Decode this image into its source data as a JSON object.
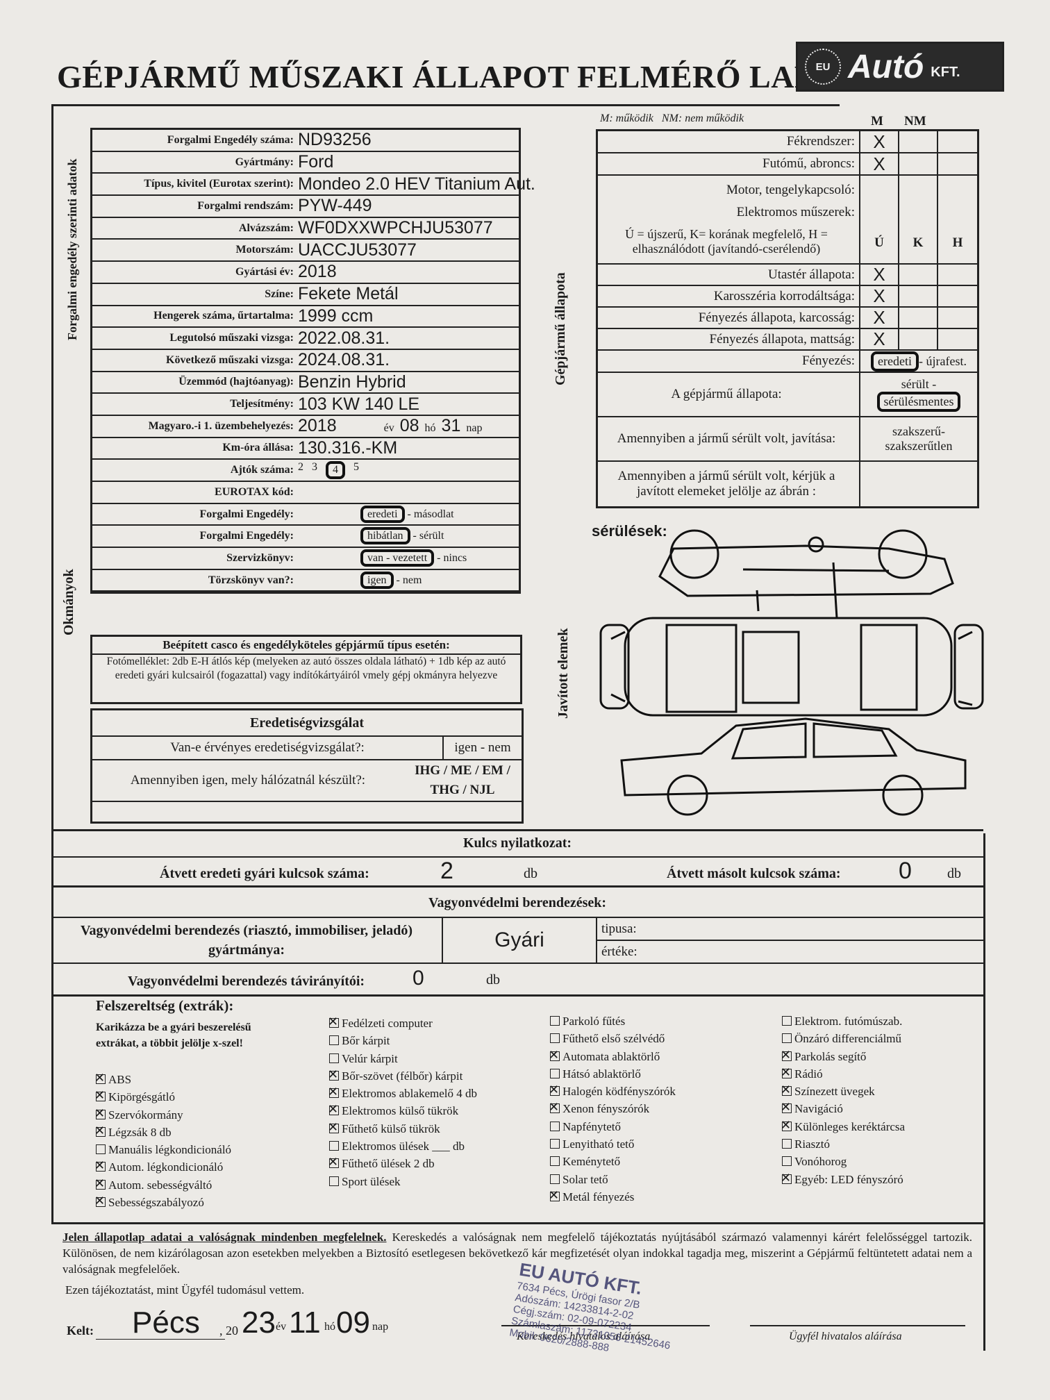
{
  "title": "GÉPJÁRMŰ MŰSZAKI ÁLLAPOT FELMÉRŐ LAP",
  "logo": {
    "eu": "EU",
    "brand": "Autó",
    "kft": "KFT."
  },
  "side_labels": {
    "forgalmi": "Forgalmi engedély szerinti adatok",
    "okmanyok": "Okmányok",
    "allapota": "Gépjármű állapota",
    "javitott": "Javított elemek"
  },
  "registration": [
    {
      "label": "Forgalmi Engedély száma:",
      "value": "ND93256"
    },
    {
      "label": "Gyártmány:",
      "value": "Ford"
    },
    {
      "label": "Típus, kivitel (Eurotax szerint):",
      "value": "Mondeo 2.0 HEV Titanium Aut."
    },
    {
      "label": "Forgalmi rendszám:",
      "value": "PYW-449"
    },
    {
      "label": "Alvázszám:",
      "value": "WF0DXXWPCHJU53077"
    },
    {
      "label": "Motorszám:",
      "value": "UACCJU53077"
    },
    {
      "label": "Gyártási év:",
      "value": "2018"
    },
    {
      "label": "Színe:",
      "value": "Fekete Metál"
    },
    {
      "label": "Hengerek száma, űrtartalma:",
      "value": "1999 ccm"
    },
    {
      "label": "Legutolsó műszaki vizsga:",
      "value": "2022.08.31."
    },
    {
      "label": "Következő műszaki vizsga:",
      "value": "2024.08.31."
    },
    {
      "label": "Üzemmód (hajtóanyag):",
      "value": "Benzin Hybrid"
    },
    {
      "label": "Teljesítmény:",
      "value": "103 KW 140 LE"
    }
  ],
  "first_reg": {
    "label": "Magyaro.-i 1. üzembehelyezés:",
    "year": "2018",
    "ev": "év",
    "month": "08",
    "ho": "hó",
    "day": "31",
    "nap": "nap"
  },
  "km": {
    "label": "Km-óra állása:",
    "value": "130.316.-KM"
  },
  "doors": {
    "label": "Ajtók száma:",
    "options": [
      "2",
      "3",
      "4",
      "5"
    ]
  },
  "eurotax": {
    "label": "EUROTAX kód:"
  },
  "docs": [
    {
      "label": "Forgalmi Engedély:",
      "a": "eredeti",
      "sep": " - ",
      "b": "másodlat"
    },
    {
      "label": "Forgalmi Engedély:",
      "a": "hibátlan",
      "sep": " - ",
      "b": "sérült"
    },
    {
      "label": "Szervizkönyv:",
      "a": "van - vezetett",
      "sep": " - ",
      "b": "nincs"
    },
    {
      "label": "Törzskönyv van?:",
      "a": "igen",
      "sep": " - ",
      "b": "nem"
    }
  ],
  "casco": {
    "title": "Beépített casco és engedélyköteles gépjármű típus esetén:",
    "text": "Fotómelléklet: 2db E-H átlós kép (melyeken az autó összes oldala látható) + 1db kép az autó eredeti gyári kulcsairól (fogazattal) vagy indítókártyáiról vmely gépj okmányra helyezve"
  },
  "eredetiseg": {
    "title": "Eredetiségvizsgálat",
    "q1": "Van-e érvényes eredetiségvizsgálat?:",
    "a1": "igen - nem",
    "q2": "Amennyiben igen, mely hálózatnál készült?:",
    "a2": "IHG / ME / EM / THG / NJL"
  },
  "condition": {
    "legend": "M: működik   NM: nem működik",
    "col_m": "M",
    "col_nm": "NM",
    "rows1": [
      {
        "label": "Fékrendszer:",
        "mark": "X"
      },
      {
        "label": "Futómű, abroncs:",
        "mark": "X"
      }
    ],
    "motor": "Motor, tengelykapcsoló:",
    "elektro": "Elektromos műszerek:",
    "ukh_legend": "Ú = újszerű, K= korának megfelelő, H = elhasználódott (javítandó-cserélendő)",
    "col_u": "Ú",
    "col_k": "K",
    "col_h": "H",
    "rows2": [
      {
        "label": "Utastér állapota:",
        "mark": "X"
      },
      {
        "label": "Karosszéria korrodáltsága:",
        "mark": "X"
      },
      {
        "label": "Fényezés állapota, karcosság:",
        "mark": "X"
      },
      {
        "label": "Fényezés állapota, mattság:",
        "mark": "X"
      }
    ],
    "paint_label": "Fényezés:",
    "paint_a": "eredeti",
    "paint_b": " - újrafest.",
    "state_label": "A gépjármű állapota:",
    "state_a": "sérült -",
    "state_b": "sérülésmentes",
    "repair_label": "Amennyiben a jármű sérült volt, javítása:",
    "repair_a": "szakszerű-",
    "repair_b": "szakszerűtlen",
    "mark_label": "Amennyiben a jármű sérült volt, kérjük a javított elemeket jelölje az ábrán :"
  },
  "damage_label": "sérülések:",
  "keys": {
    "title": "Kulcs nyilatkozat:",
    "orig_label": "Átvett eredeti gyári kulcsok száma:",
    "orig": "2",
    "db": "db",
    "copy_label": "Átvett másolt kulcsok száma:",
    "copy": "0"
  },
  "security": {
    "title": "Vagyonvédelmi berendezések:",
    "maker_label": "Vagyonvédelmi berendezés (riasztó, immobiliser, jeladó) gyártmánya:",
    "maker": "Gyári",
    "tipusa": "tipusa:",
    "erteke": "értéke:",
    "remote_label": "Vagyonvédelmi berendezés távirányítói:",
    "remote": "0",
    "db": "db"
  },
  "extras": {
    "title": "Felszereltség (extrák):",
    "note": "Karikázza be a gyári beszerelésű extrákat, a többit jelölje x-szel!",
    "col1": [
      {
        "t": "ABS",
        "x": true
      },
      {
        "t": "Kipörgésgátló",
        "x": true
      },
      {
        "t": "Szervókormány",
        "x": true
      },
      {
        "t": "Légzsák 8 db",
        "x": true
      },
      {
        "t": "Manuális légkondicionáló",
        "x": false
      },
      {
        "t": "Autom. légkondicionáló",
        "x": true
      },
      {
        "t": "Autom. sebességváltó",
        "x": true
      },
      {
        "t": "Sebességszabályozó",
        "x": true
      }
    ],
    "col2": [
      {
        "t": "Fedélzeti computer",
        "x": true
      },
      {
        "t": "Bőr kárpit",
        "x": false
      },
      {
        "t": "Velúr kárpit",
        "x": false
      },
      {
        "t": "Bőr-szövet (félbőr) kárpit",
        "x": true
      },
      {
        "t": "Elektromos ablakemelő 4 db",
        "x": true
      },
      {
        "t": "Elektromos külső tükrök",
        "x": true
      },
      {
        "t": "Fűthető külső tükrök",
        "x": true
      },
      {
        "t": "Elektromos ülések ___ db",
        "x": false
      },
      {
        "t": "Fűthető ülések 2 db",
        "x": true
      },
      {
        "t": "Sport ülések",
        "x": false
      }
    ],
    "col3": [
      {
        "t": "Parkoló fűtés",
        "x": false
      },
      {
        "t": "Fűthető első szélvédő",
        "x": false
      },
      {
        "t": "Automata ablaktörlő",
        "x": true
      },
      {
        "t": "Hátsó ablaktörlő",
        "x": false
      },
      {
        "t": "Halogén ködfényszórók",
        "x": true
      },
      {
        "t": "Xenon fényszórók",
        "x": true
      },
      {
        "t": "Napfénytető",
        "x": false
      },
      {
        "t": "Lenyitható tető",
        "x": false
      },
      {
        "t": "Keménytető",
        "x": false
      },
      {
        "t": "Solar tető",
        "x": false
      },
      {
        "t": "Metál fényezés",
        "x": true
      }
    ],
    "col4": [
      {
        "t": "Elektrom. futómúszab.",
        "x": false
      },
      {
        "t": "Önzáró differenciálmű",
        "x": false
      },
      {
        "t": "Parkolás segítő",
        "x": true
      },
      {
        "t": "Rádió",
        "x": true
      },
      {
        "t": "Színezett üvegek",
        "x": true
      },
      {
        "t": "Navigáció",
        "x": true
      },
      {
        "t": "Különleges keréktárcsa",
        "x": true
      },
      {
        "t": "Riasztó",
        "x": false
      },
      {
        "t": "Vonóhorog",
        "x": false
      },
      {
        "t": "Egyéb: LED fényszóró",
        "x": true
      }
    ]
  },
  "declaration": {
    "lead": "Jelen állapotlap adatai a valóságnak mindenben megfelelnek.",
    "body": " Kereskedés a valóságnak nem megfelelő tájékoztatás nyújtásából származó valamennyi kárért felelősséggel tartozik. Különösen, de nem kizárólagosan azon esetekben melyekben a Biztosító esetlegesen bekövetkező kár megfizetését olyan indokkal tagadja meg, miszerint a Gépjármű feltüntetett adatai nem a valóságnak megfelelőek.",
    "ack": "Ezen tájékoztatást, mint Ügyfél tudomásul vettem."
  },
  "signature": {
    "kelt": "Kelt:",
    "city": "Pécs",
    "y_pre": ", 20",
    "year": "23",
    "ev": "év",
    "month": "11",
    "ho": "hó",
    "day": "09",
    "nap": "nap",
    "dealer_sig": "Kereskedés hivatalos aláírása",
    "client_sig": "Ügyfél hivatalos aláírása"
  },
  "stamp": {
    "l1": "EU AUTÓ KFT.",
    "l2": "7634 Pécs, Úrögi fasor 2/B",
    "l3": "Adószám: 14233814-2-02",
    "l4": "Cégj.szám: 02-09-072234",
    "l5": "Számlaszám: 11731056-21452646",
    "l6": "Mobil: 0620/2888-888"
  }
}
